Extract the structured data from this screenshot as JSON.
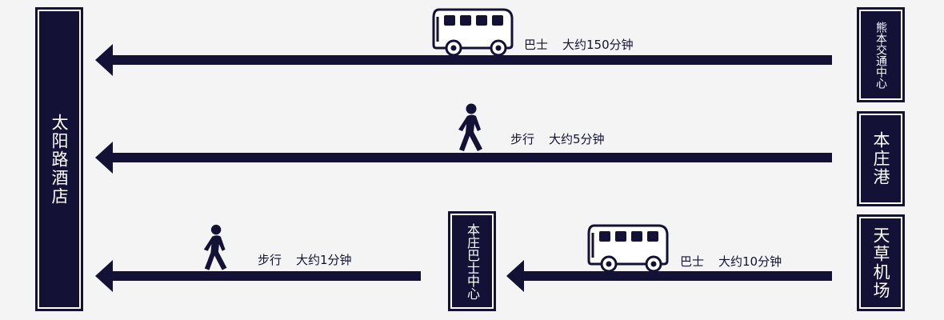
{
  "destination": {
    "label": "太阳路酒店"
  },
  "origins": {
    "kumamoto": "熊本交通中心",
    "hondo_port": "本庄港",
    "amakusa_airport": "天草机场"
  },
  "transfer": {
    "label": "本庄巴士中心"
  },
  "routes": {
    "kumamoto": {
      "mode": "巴士",
      "time": "大约150分钟",
      "icon": "bus-icon"
    },
    "hondo_port": {
      "mode": "步行",
      "time": "大约5分钟",
      "icon": "walker-icon"
    },
    "airport_to_transfer": {
      "mode": "巴士",
      "time": "大约10分钟",
      "icon": "bus-icon"
    },
    "transfer_to_hotel": {
      "mode": "步行",
      "time": "大约1分钟",
      "icon": "walker-icon"
    }
  },
  "colors": {
    "primary": "#131136",
    "background": "#f4f4f4",
    "text_on_primary": "#ffffff"
  }
}
